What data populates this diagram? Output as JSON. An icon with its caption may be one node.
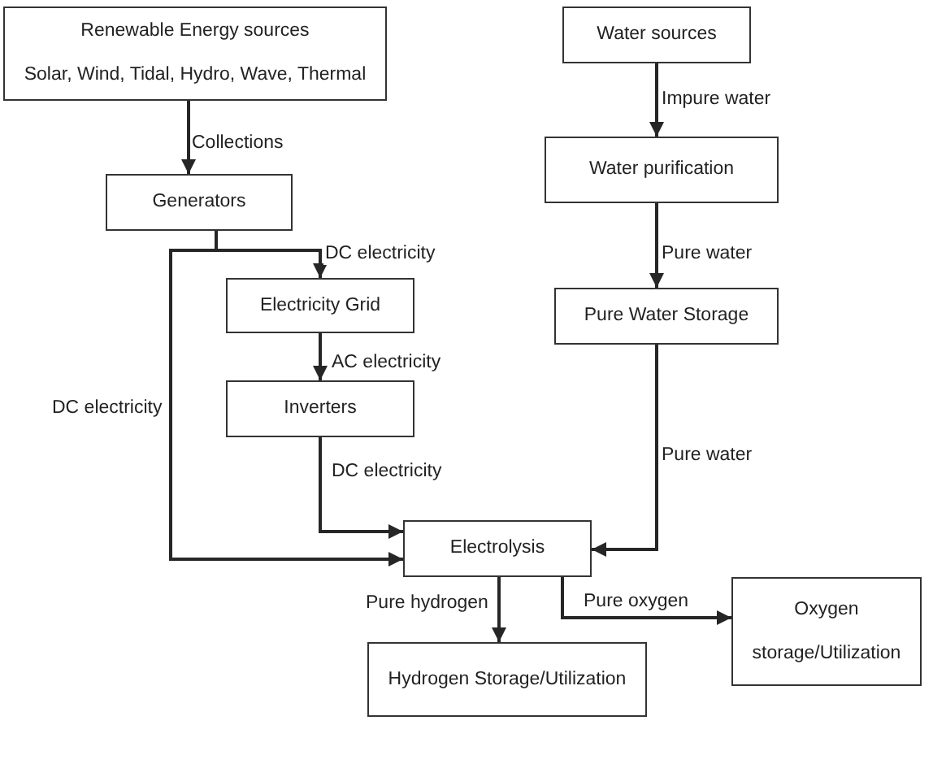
{
  "diagram": {
    "nodes": [
      {
        "text": [
          "Renewable Energy sources",
          "Solar, Wind, Tidal, Hydro, Wave, Thermal"
        ]
      },
      {
        "text": [
          "Water sources"
        ]
      },
      {
        "text": [
          "Generators"
        ]
      },
      {
        "text": [
          "Water purification"
        ]
      },
      {
        "text": [
          "Electricity Grid"
        ]
      },
      {
        "text": [
          "Pure Water Storage"
        ]
      },
      {
        "text": [
          "Inverters"
        ]
      },
      {
        "text": [
          "Electrolysis"
        ]
      },
      {
        "text": [
          "Hydrogen Storage/Utilization"
        ]
      },
      {
        "text": [
          "Oxygen storage/Utilization"
        ]
      }
    ],
    "edges": [
      {
        "from": 0,
        "to": 2,
        "arrow": "to",
        "label": "Collections"
      },
      {
        "from": 2,
        "to": 4,
        "arrow": "to",
        "label": "DC electricity"
      },
      {
        "from": 2,
        "to": 7,
        "arrow": "to",
        "label": "DC electricity"
      },
      {
        "from": 4,
        "to": 6,
        "arrow": "to",
        "label": "AC electricity"
      },
      {
        "from": 6,
        "to": 7,
        "arrow": "to",
        "label": "DC electricity"
      },
      {
        "from": 1,
        "to": 3,
        "arrow": "to",
        "label": "Impure water"
      },
      {
        "from": 3,
        "to": 5,
        "arrow": "to",
        "label": "Pure water"
      },
      {
        "from": 5,
        "to": 7,
        "arrow": "to",
        "label": "Pure water"
      },
      {
        "from": 7,
        "to": 8,
        "arrow": "to",
        "label": "Pure hydrogen"
      },
      {
        "from": 7,
        "to": 9,
        "arrow": "to",
        "label": "Pure oxygen"
      }
    ]
  }
}
